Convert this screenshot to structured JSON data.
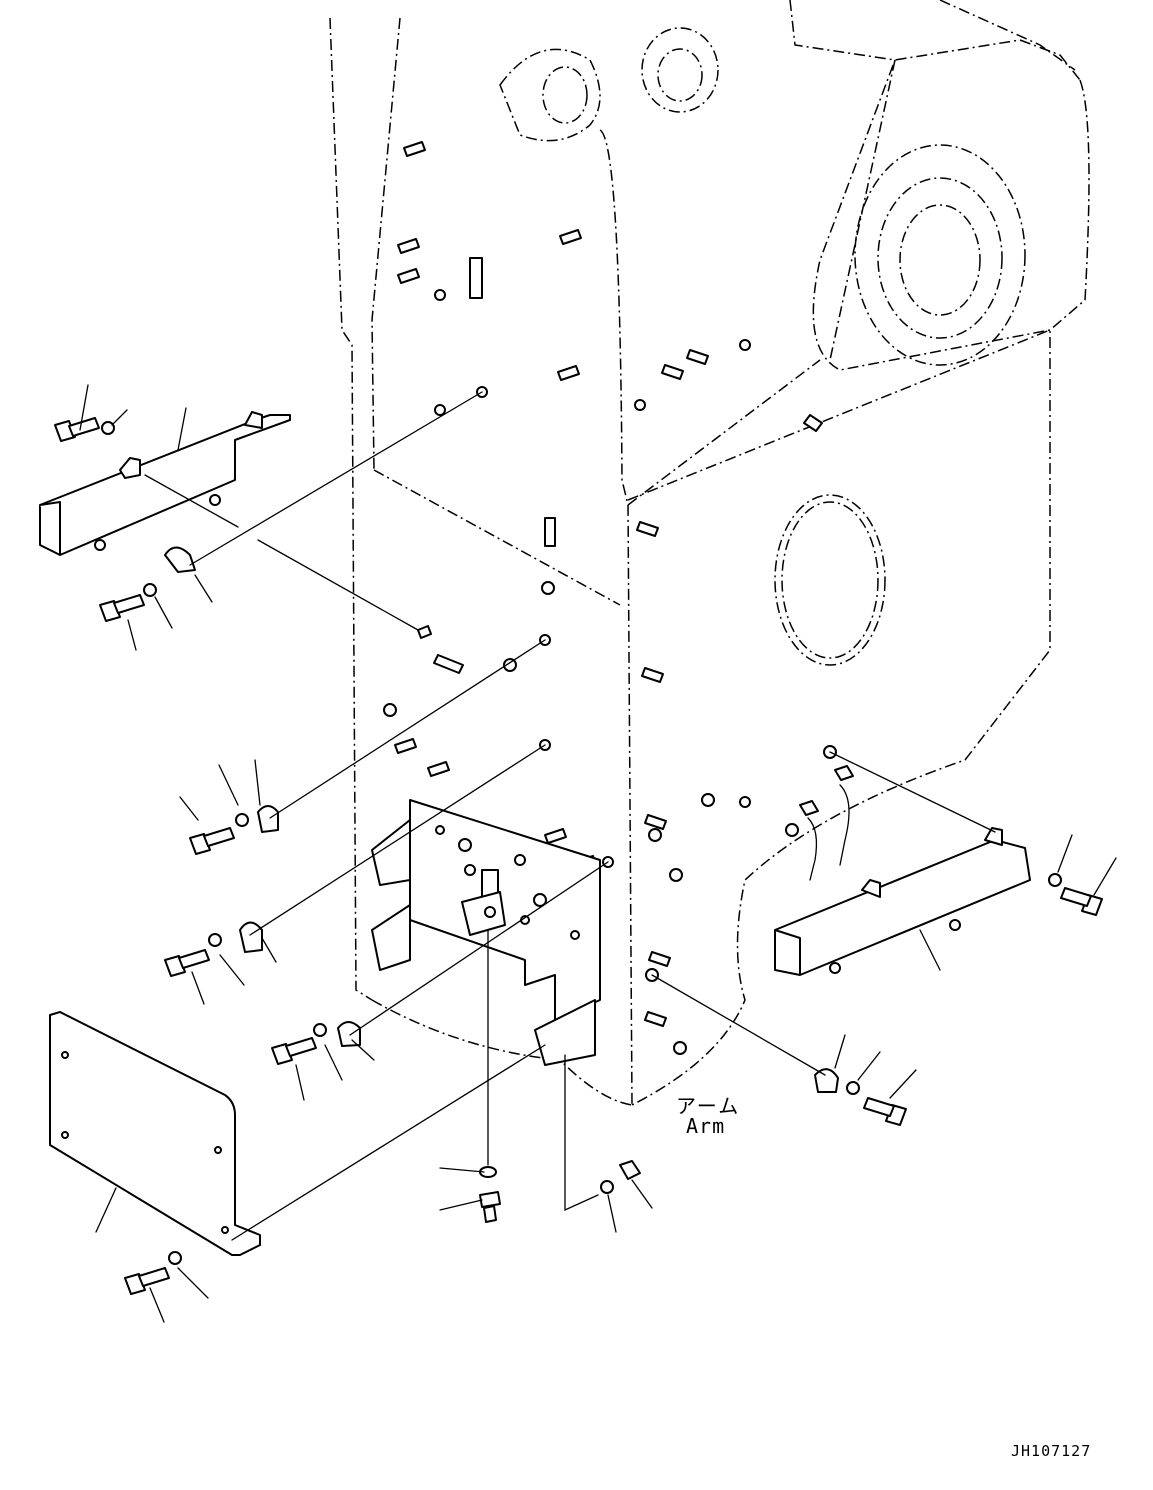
{
  "diagram": {
    "arm_label_japanese": "アーム",
    "arm_label_english": "Arm",
    "drawing_code": "JH107127",
    "line_color": "#000000",
    "background_color": "#ffffff"
  }
}
